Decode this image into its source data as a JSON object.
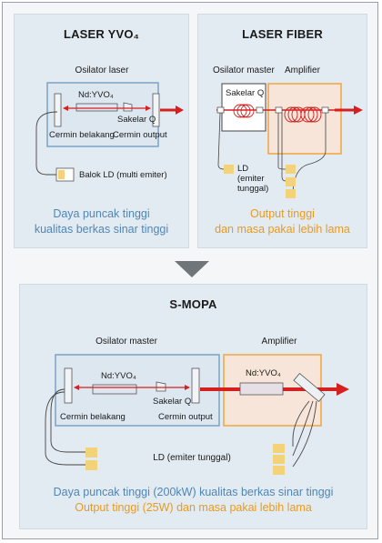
{
  "colors": {
    "panel_bg": "#e3ebf2",
    "oscillator_fill": "#dde7f0",
    "oscillator_border": "#7da2c3",
    "amplifier_fill": "#f6e5d8",
    "amplifier_border": "#f0a540",
    "laser_red": "#d62020",
    "ld_yellow": "#f2d37a",
    "caption_blue": "#4f86b3",
    "caption_orange": "#e89a1f"
  },
  "yvo4": {
    "title": "LASER YVO₄",
    "oscillator_label": "Osilator laser",
    "crystal_label": "Nd:YVO₄",
    "qswitch_label": "Sakelar Q",
    "rear_mirror_label": "Cermin belakang",
    "output_mirror_label": "Cermin output",
    "ld_label": "Balok LD (multi emiter)",
    "caption_line1": "Daya puncak tinggi",
    "caption_line2": "kualitas berkas sinar tinggi"
  },
  "fiber": {
    "title": "LASER FIBER",
    "master_label": "Osilator master",
    "amplifier_label": "Amplifier",
    "qswitch_label": "Sakelar Q",
    "ld_label_1": "LD",
    "ld_label_2": "(emiter",
    "ld_label_3": "tunggal)",
    "caption_line1": "Output tinggi",
    "caption_line2": "dan masa pakai lebih lama"
  },
  "smopa": {
    "title": "S-MOPA",
    "master_label": "Osilator master",
    "amplifier_label": "Amplifier",
    "crystal_label": "Nd:YVO₄",
    "amp_crystal_label": "Nd:YVO₄",
    "qswitch_label": "Sakelar Q",
    "rear_mirror_label": "Cermin belakang",
    "output_mirror_label": "Cermin output",
    "ld_label": "LD (emiter tunggal)",
    "caption_line1": "Daya puncak tinggi (200kW) kualitas berkas sinar tinggi",
    "caption_line2": "Output tinggi (25W) dan masa pakai lebih lama"
  }
}
